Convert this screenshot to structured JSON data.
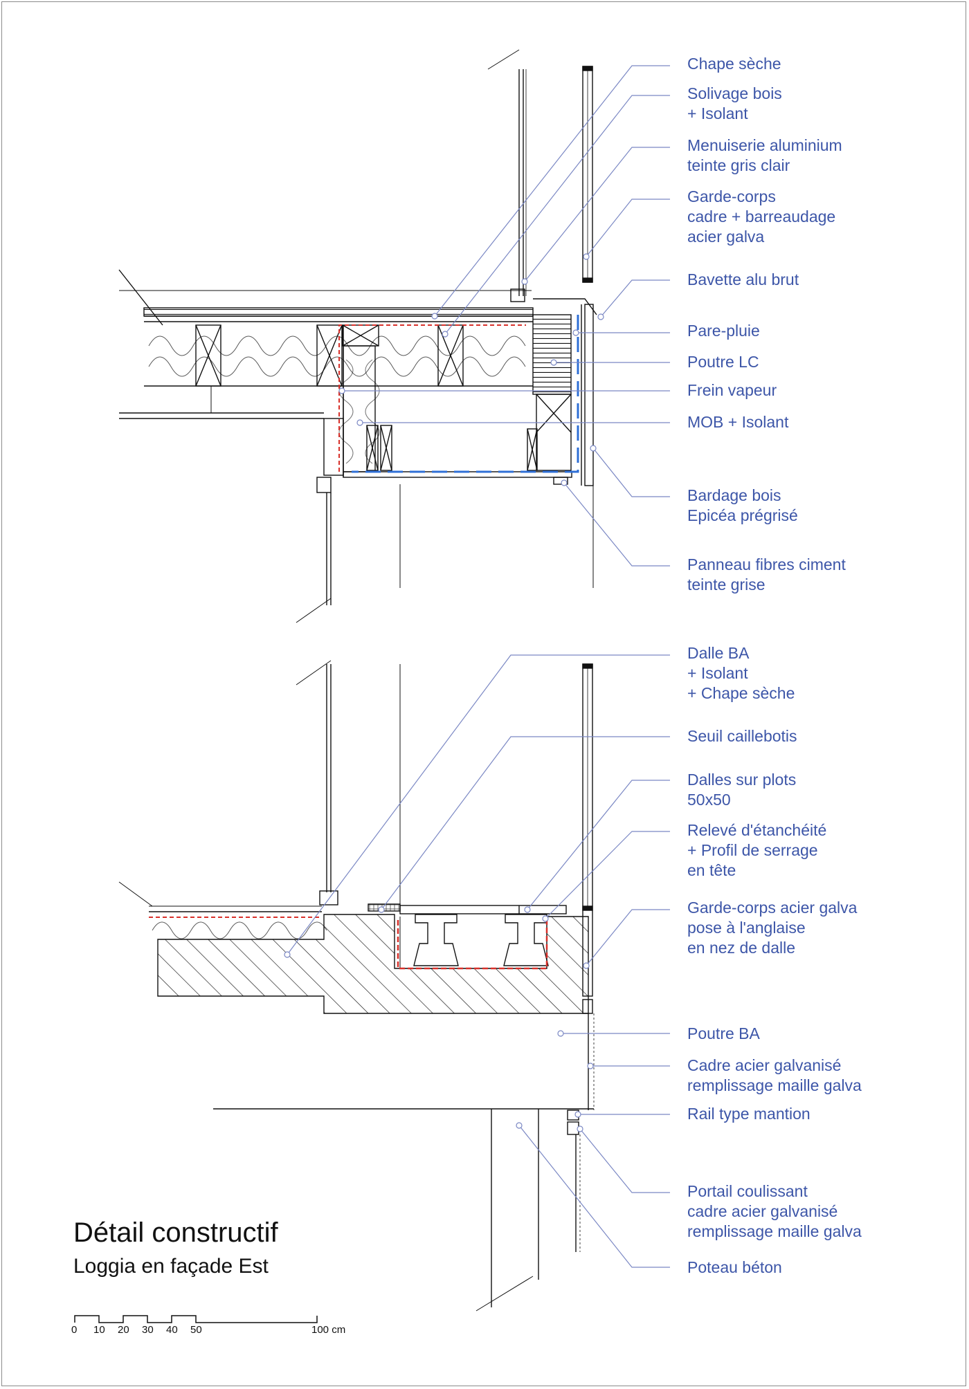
{
  "title": "Détail constructif",
  "subtitle": "Loggia en façade Est",
  "colors": {
    "annotation": "#3d56a8",
    "leader": "#7b88c4",
    "vapour_barrier": "#d8302a",
    "rain_barrier": "#2f6fd6",
    "ink": "#111111"
  },
  "annotations": [
    {
      "id": "chape-seche",
      "lines": [
        "Chape sèche"
      ]
    },
    {
      "id": "solivage-bois",
      "lines": [
        "Solivage bois",
        "+ Isolant"
      ]
    },
    {
      "id": "menuiserie-aluminium",
      "lines": [
        "Menuiserie aluminium",
        "teinte gris clair"
      ]
    },
    {
      "id": "garde-corps-cadre",
      "lines": [
        "Garde-corps",
        "cadre + barreaudage",
        "acier galva"
      ]
    },
    {
      "id": "bavette-alu",
      "lines": [
        "Bavette alu brut"
      ]
    },
    {
      "id": "pare-pluie",
      "lines": [
        "Pare-pluie"
      ]
    },
    {
      "id": "poutre-lc",
      "lines": [
        "Poutre LC"
      ]
    },
    {
      "id": "frein-vapeur",
      "lines": [
        "Frein vapeur"
      ]
    },
    {
      "id": "mob-isolant",
      "lines": [
        "MOB + Isolant"
      ]
    },
    {
      "id": "bardage-bois",
      "lines": [
        "Bardage bois",
        "Epicéa prégrisé"
      ]
    },
    {
      "id": "panneau-fibres-ciment",
      "lines": [
        "Panneau fibres ciment",
        "teinte grise"
      ]
    },
    {
      "id": "dalle-ba",
      "lines": [
        "Dalle BA",
        "+ Isolant",
        "+ Chape sèche"
      ]
    },
    {
      "id": "seuil-caillebotis",
      "lines": [
        "Seuil caillebotis"
      ]
    },
    {
      "id": "dalles-sur-plots",
      "lines": [
        "Dalles sur plots",
        "50x50"
      ]
    },
    {
      "id": "releve-etancheite",
      "lines": [
        "Relevé d'étanchéité",
        "+ Profil de serrage",
        "en tête"
      ]
    },
    {
      "id": "garde-corps-anglaise",
      "lines": [
        "Garde-corps acier galva",
        "pose à l'anglaise",
        "en nez de dalle"
      ]
    },
    {
      "id": "poutre-ba",
      "lines": [
        "Poutre BA"
      ]
    },
    {
      "id": "cadre-acier",
      "lines": [
        "Cadre acier galvanisé",
        "remplissage maille galva"
      ]
    },
    {
      "id": "rail-mantion",
      "lines": [
        "Rail type mantion"
      ]
    },
    {
      "id": "portail-coulissant",
      "lines": [
        "Portail coulissant",
        "cadre acier galvanisé",
        "remplissage maille galva"
      ]
    },
    {
      "id": "poteau-beton",
      "lines": [
        "Poteau béton"
      ]
    }
  ],
  "scale_bar": {
    "ticks": [
      "0",
      "10",
      "20",
      "30",
      "40",
      "50"
    ],
    "end_label": "100 cm"
  }
}
